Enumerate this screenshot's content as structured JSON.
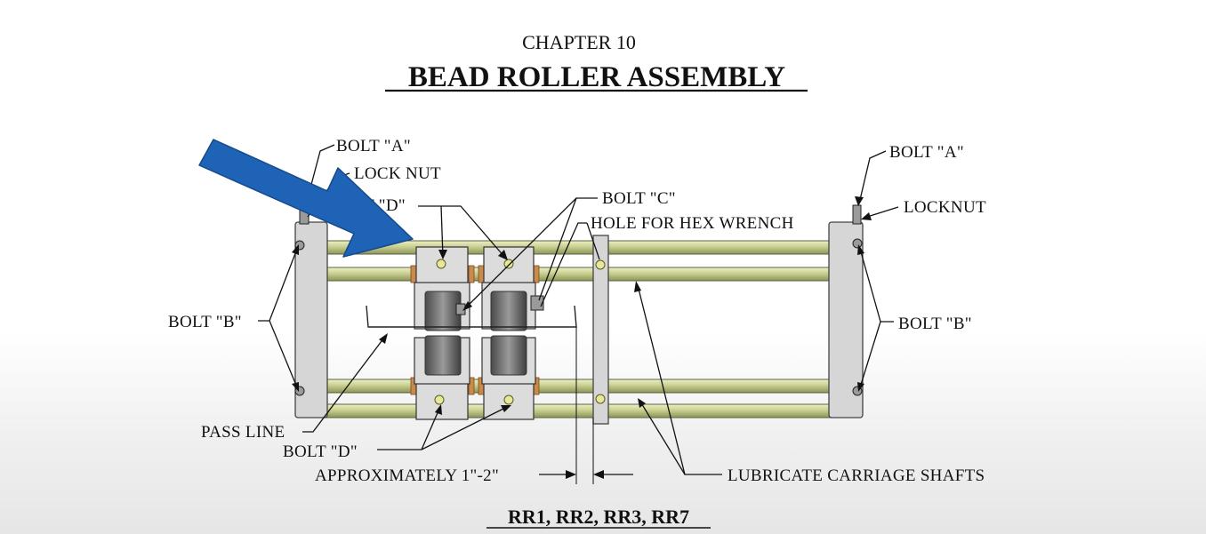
{
  "header": {
    "chapter": "CHAPTER 10",
    "title": "BEAD ROLLER ASSEMBLY"
  },
  "labels": {
    "bolt_a_left": "BOLT \"A\"",
    "lock_nut_left": "LOCK NUT",
    "bolt_d_top": "BOLT \"D\"",
    "bolt_c": "BOLT \"C\"",
    "hex_hole": "HOLE FOR HEX WRENCH",
    "bolt_a_right": "BOLT \"A\"",
    "locknut_right": "LOCKNUT",
    "bolt_b_left": "BOLT \"B\"",
    "bolt_b_right": "BOLT \"B\"",
    "pass_line": "PASS LINE",
    "bolt_d_bottom": "BOLT \"D\"",
    "approx": "APPROXIMATELY 1\"-2\"",
    "lubricate": "LUBRICATE CARRIAGE SHAFTS"
  },
  "footer": {
    "models": "RR1, RR2, RR3, RR7"
  },
  "colors": {
    "pointer_arrow": "#1e63b5",
    "shaft": "#c9cf90"
  },
  "icons": {
    "pointer": "arrow-pointer-icon"
  }
}
